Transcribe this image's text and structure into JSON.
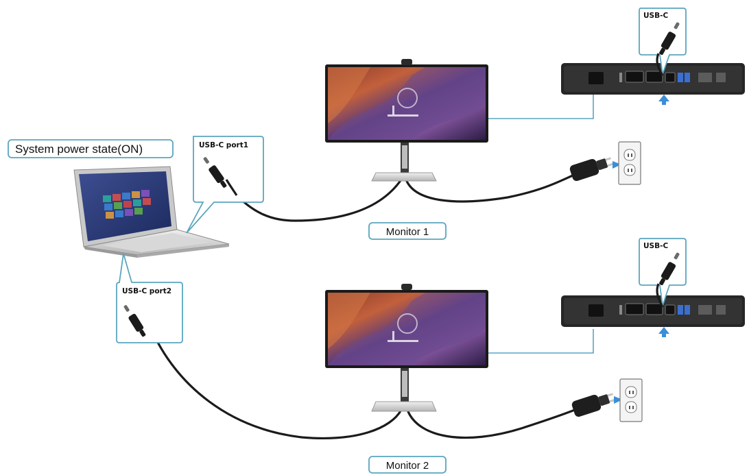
{
  "labels": {
    "power_state": "System power state(ON)",
    "port1": "USB-C port1",
    "port2": "USB-C port2",
    "usbc_top": "USB-C",
    "usbc_bottom": "USB-C",
    "monitor1": "Monitor 1",
    "monitor2": "Monitor 2"
  },
  "colors": {
    "accent": "#5aa5bf",
    "arrow": "#3b8fd6",
    "cable": "#1b1b1b"
  }
}
